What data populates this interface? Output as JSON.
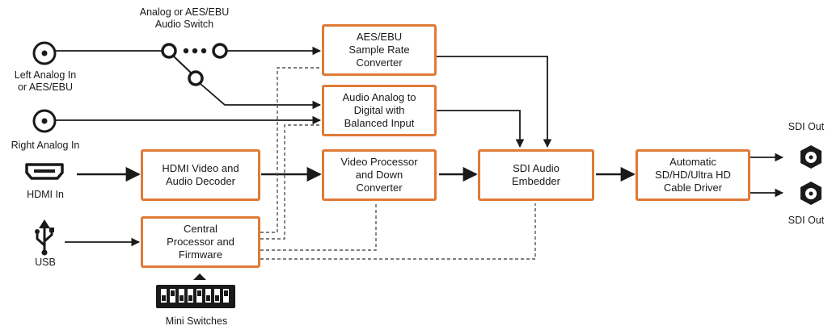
{
  "inputs": {
    "left_analog": "Left Analog In\nor AES/EBU",
    "right_analog": "Right Analog In",
    "hdmi": "HDMI In",
    "usb": "USB"
  },
  "switch_label": "Analog or AES/EBU\nAudio Switch",
  "mini_switches_label": "Mini Switches",
  "blocks": {
    "aes_converter": "AES/EBU\nSample Rate\nConverter",
    "audio_adc": "Audio Analog to\nDigital with\nBalanced Input",
    "hdmi_decoder": "HDMI Video and\nAudio Decoder",
    "video_processor": "Video Processor\nand Down\nConverter",
    "sdi_embedder": "SDI Audio\nEmbedder",
    "cable_driver": "Automatic\nSD/HD/Ultra HD\nCable Driver",
    "cpu": "Central\nProcessor and\nFirmware"
  },
  "outputs": {
    "sdi_out_1": "SDI Out",
    "sdi_out_2": "SDI Out"
  },
  "colors": {
    "block_border": "#e07a36",
    "line": "#1a1a1a",
    "dashed": "#555555"
  }
}
